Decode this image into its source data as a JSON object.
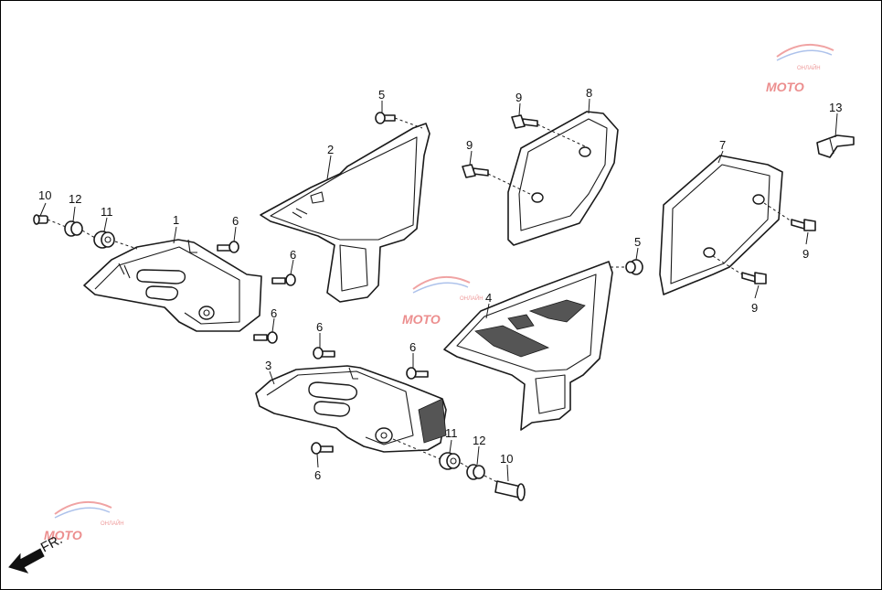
{
  "callouts": [
    {
      "id": "c1",
      "label": "1"
    },
    {
      "id": "c2",
      "label": "2"
    },
    {
      "id": "c3",
      "label": "3"
    },
    {
      "id": "c4",
      "label": "4"
    },
    {
      "id": "c5a",
      "label": "5"
    },
    {
      "id": "c5b",
      "label": "5"
    },
    {
      "id": "c6a",
      "label": "6"
    },
    {
      "id": "c6b",
      "label": "6"
    },
    {
      "id": "c6c",
      "label": "6"
    },
    {
      "id": "c6d",
      "label": "6"
    },
    {
      "id": "c6e",
      "label": "6"
    },
    {
      "id": "c6f",
      "label": "6"
    },
    {
      "id": "c7",
      "label": "7"
    },
    {
      "id": "c8",
      "label": "8"
    },
    {
      "id": "c9a",
      "label": "9"
    },
    {
      "id": "c9b",
      "label": "9"
    },
    {
      "id": "c9c",
      "label": "9"
    },
    {
      "id": "c9d",
      "label": "9"
    },
    {
      "id": "c10a",
      "label": "10"
    },
    {
      "id": "c10b",
      "label": "10"
    },
    {
      "id": "c11a",
      "label": "11"
    },
    {
      "id": "c11b",
      "label": "11"
    },
    {
      "id": "c12a",
      "label": "12"
    },
    {
      "id": "c12b",
      "label": "12"
    },
    {
      "id": "c13",
      "label": "13"
    }
  ],
  "direction_label": "FR.",
  "watermark": {
    "text": "MOTO",
    "tagline": "ОНЛАЙН",
    "color": "#dd3333"
  }
}
